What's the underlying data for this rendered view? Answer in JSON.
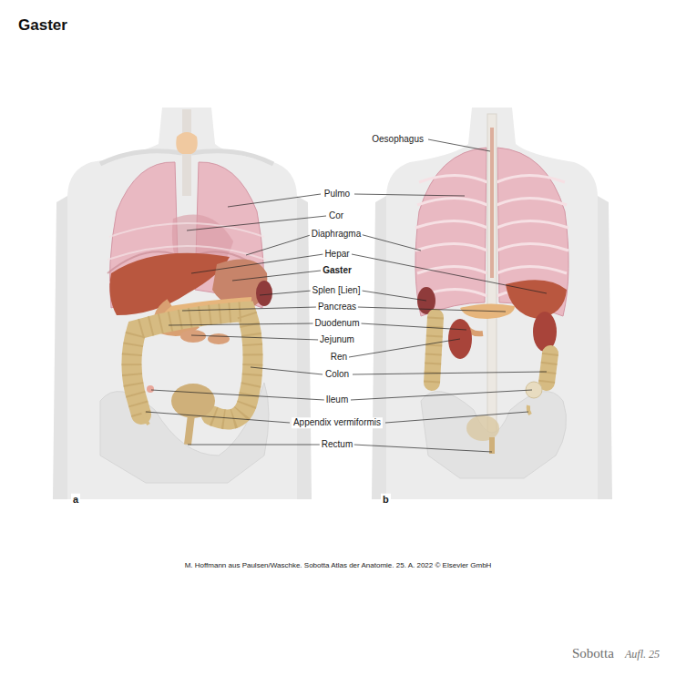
{
  "diagram": {
    "title": "Gaster",
    "caption": "M. Hoffmann aus Paulsen/Waschke. Sobotta Atlas der Anatomie. 25. A. 2022 © Elsevier GmbH",
    "labels": [
      "Oesophagus",
      "Pulmo",
      "Cor",
      "Diaphragma",
      "Hepar",
      "Gaster",
      "Splen [Lien]",
      "Pancreas",
      "Duodenum",
      "Jejunum",
      "Ren",
      "Colon",
      "Ileum",
      "Appendix vermiformis",
      "Rectum",
      "a",
      "b",
      "Sobotta",
      "Aufl. 25"
    ]
  }
}
